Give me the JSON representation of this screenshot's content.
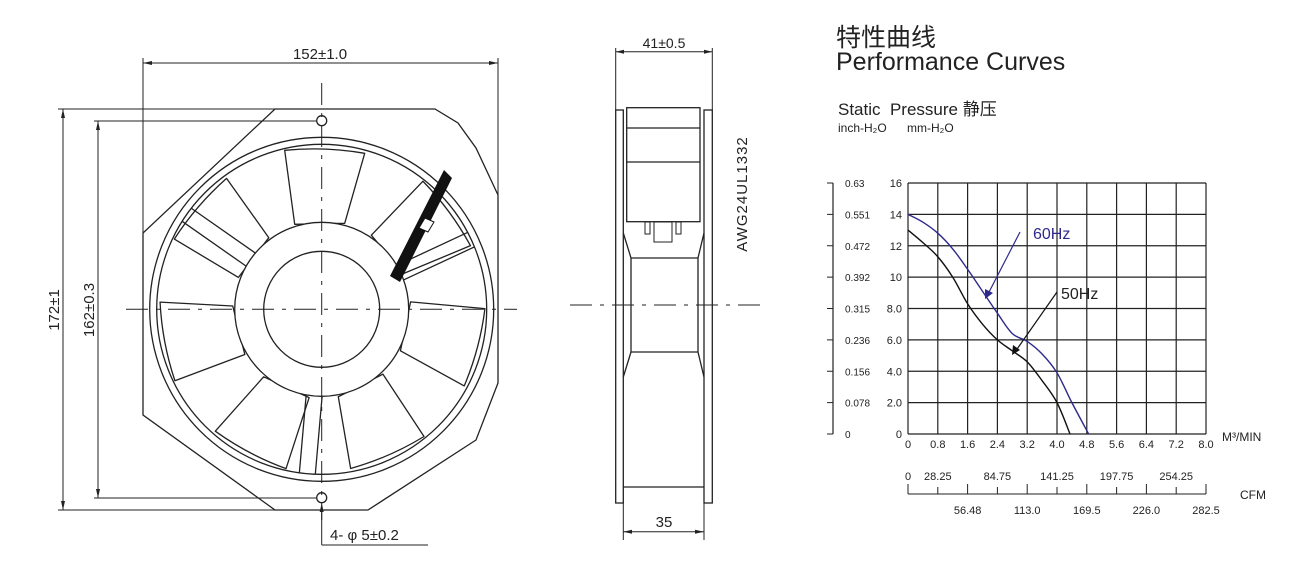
{
  "front_view": {
    "width_dim": "152±1.0",
    "height_dim": "172±1",
    "hole_spacing_dim": "162±0.3",
    "hole_dim": "4- φ 5±0.2"
  },
  "side_view": {
    "depth_dim": "41±0.5",
    "inner_depth_dim": "35",
    "wire_label": "AWG24UL1332"
  },
  "header": {
    "title_cn": "特性曲线",
    "title_en": "Performance Curves",
    "subtitle": "Static  Pressure 静压",
    "units_inch": "inch-H₂O",
    "units_mm": "mm-H₂O"
  },
  "chart_data": {
    "type": "line",
    "title": "Performance Curves",
    "ylabel": "Static Pressure",
    "xlabel": "M³/MIN",
    "x2label": "CFM",
    "xlim": [
      0,
      8.0
    ],
    "ylim": [
      0,
      16
    ],
    "grid": true,
    "x_ticks": [
      "0",
      "0.8",
      "1.6",
      "2.4",
      "3.2",
      "4.0",
      "4.8",
      "5.6",
      "6.4",
      "7.2",
      "8.0"
    ],
    "y_ticks_mm": [
      "0",
      "2.0",
      "4.0",
      "6.0",
      "8.0",
      "10",
      "12",
      "14",
      "16"
    ],
    "y_ticks_inch": [
      "0",
      "0.078",
      "0.156",
      "0.236",
      "0.315",
      "0.392",
      "0.472",
      "0.551",
      "0.63"
    ],
    "cfm_ticks": [
      "0",
      "28.25",
      "56.48",
      "84.75",
      "113.0",
      "141.25",
      "169.5",
      "197.75",
      "226.0",
      "254.25",
      "282.5"
    ],
    "series": [
      {
        "name": "60Hz",
        "color": "#2e2a8a",
        "x": [
          0,
          0.4,
          0.8,
          1.2,
          1.6,
          2.0,
          2.4,
          2.8,
          3.2,
          3.6,
          4.0,
          4.4,
          4.85
        ],
        "y": [
          14,
          13.5,
          12.8,
          11.8,
          10.5,
          9.1,
          7.7,
          6.4,
          5.9,
          5.1,
          3.9,
          2.0,
          0
        ]
      },
      {
        "name": "50Hz",
        "color": "#111111",
        "x": [
          0,
          0.4,
          0.8,
          1.2,
          1.6,
          2.0,
          2.4,
          2.8,
          3.2,
          3.6,
          4.0,
          4.35
        ],
        "y": [
          13,
          12.2,
          11.3,
          10.0,
          8.3,
          7.0,
          6.0,
          5.3,
          4.6,
          3.4,
          2.0,
          0
        ]
      }
    ]
  }
}
